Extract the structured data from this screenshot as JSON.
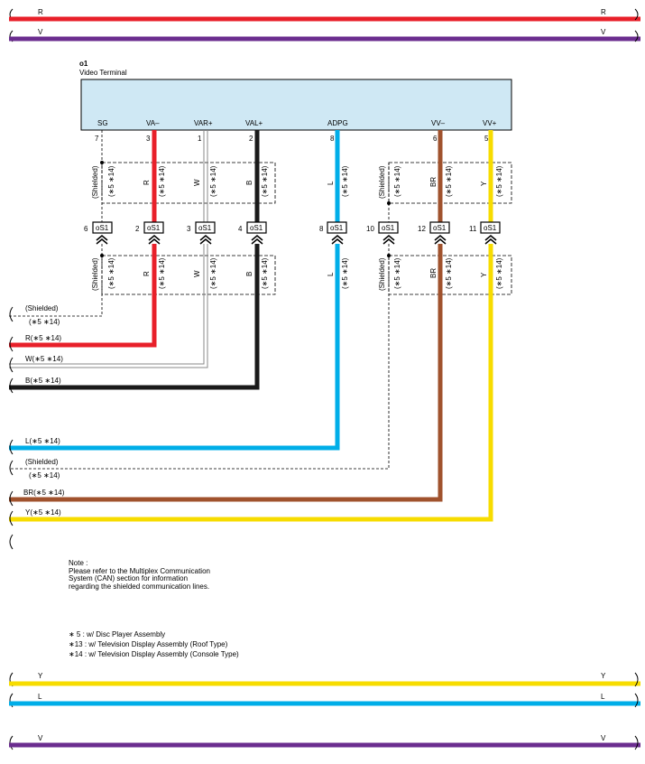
{
  "top_wires": [
    {
      "label_left": "R",
      "label_right": "R",
      "color": "#e8202a"
    },
    {
      "label_left": "V",
      "label_right": "V",
      "color": "#6b2d8f"
    }
  ],
  "bottom_wires": [
    {
      "label_left": "Y",
      "label_right": "Y",
      "color": "#f7dc00"
    },
    {
      "label_left": "L",
      "label_right": "L",
      "color": "#00aee8"
    },
    {
      "label_left": "V",
      "label_right": "V",
      "color": "#6b2d8f"
    }
  ],
  "component": {
    "code": "o1",
    "name": "Video Terminal",
    "fill": "#cfe8f4",
    "pins": [
      {
        "name": "SG",
        "num": "7"
      },
      {
        "name": "VA–",
        "num": "3"
      },
      {
        "name": "VAR+",
        "num": "1"
      },
      {
        "name": "VAL+",
        "num": "2"
      },
      {
        "name": "ADPG",
        "num": "8"
      },
      {
        "name": "VV–",
        "num": "6"
      },
      {
        "name": "VV+",
        "num": "5"
      }
    ]
  },
  "connector": {
    "code": "oS1",
    "pins": [
      "6",
      "2",
      "3",
      "4",
      "8",
      "10",
      "12",
      "11"
    ]
  },
  "wire_labels": {
    "shielded": "(Shielded)",
    "note_small": "(∗5 ∗14)",
    "columns": [
      "(Shielded)",
      "R",
      "W",
      "B",
      "L",
      "(Shielded)",
      "BR",
      "Y"
    ]
  },
  "left_labels": [
    {
      "text": "(Shielded)",
      "sub": "(∗5 ∗14)"
    },
    {
      "text": "R(∗5 ∗14)"
    },
    {
      "text": "W(∗5 ∗14)"
    },
    {
      "text": "B(∗5 ∗14)"
    },
    {
      "text": "L(∗5 ∗14)"
    },
    {
      "text": "(Shielded)",
      "sub": "(∗5 ∗14)"
    },
    {
      "text": "BR(∗5 ∗14)"
    },
    {
      "text": "Y(∗5 ∗14)"
    }
  ],
  "colors": {
    "red": "#e8202a",
    "black": "#1a1a1a",
    "white_wire": "#888888",
    "blue": "#00aee8",
    "brown": "#a0522d",
    "yellow": "#f7dc00",
    "violet": "#6b2d8f"
  },
  "note": {
    "title": "Note :",
    "lines": [
      "Please refer to the Multiplex Communication",
      "System (CAN) section for information",
      "regarding the shielded communication lines."
    ]
  },
  "legend": [
    "∗ 5 : w/ Disc Player Assembly",
    "∗13 : w/ Television Display Assembly (Roof Type)",
    "∗14 : w/ Television Display Assembly (Console Type)"
  ]
}
